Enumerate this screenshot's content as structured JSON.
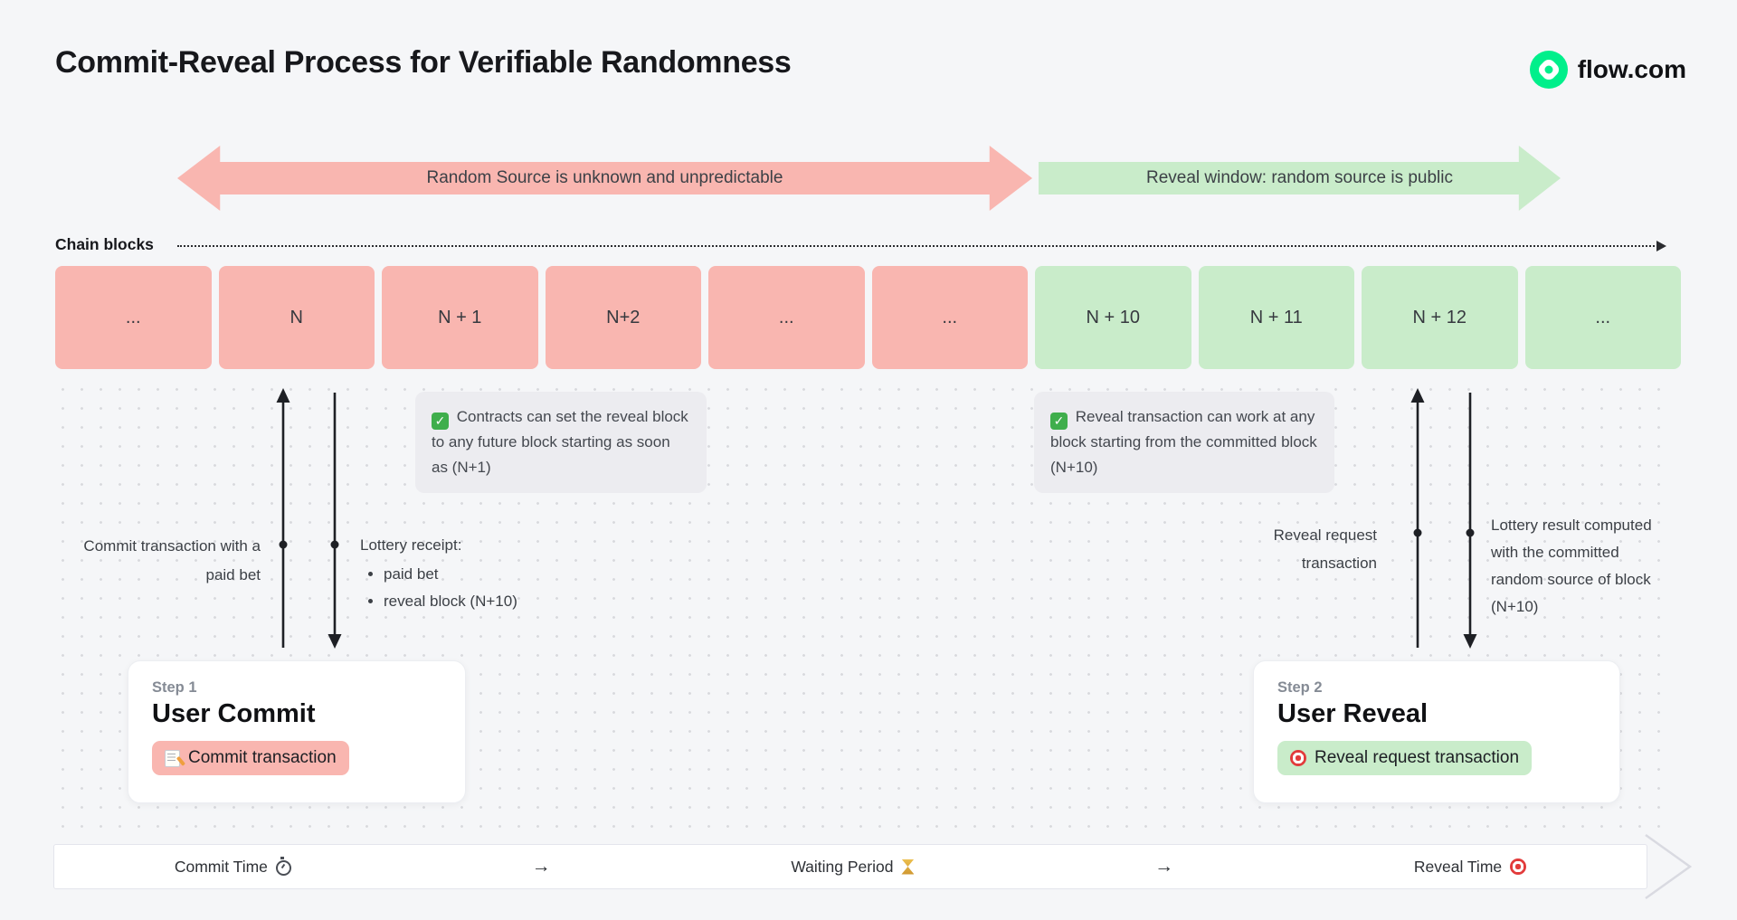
{
  "colors": {
    "bg": "#f5f6f8",
    "pink": "#f9b6b0",
    "green": "#c9ecca",
    "note-bg": "#ececf0",
    "ink": "#17181c",
    "muted": "#858b95",
    "brand-green": "#00ef8b"
  },
  "header": {
    "title": "Commit-Reveal Process for Verifiable Randomness",
    "brand": "flow.com",
    "brand_logo_icon": "flow-logo-icon"
  },
  "banners": {
    "unknown": "Random Source is unknown and unpredictable",
    "reveal": "Reveal window: random source is public"
  },
  "chain": {
    "label": "Chain blocks",
    "blocks": [
      {
        "label": "...",
        "type": "pink"
      },
      {
        "label": "N",
        "type": "pink"
      },
      {
        "label": "N + 1",
        "type": "pink"
      },
      {
        "label": "N+2",
        "type": "pink"
      },
      {
        "label": "...",
        "type": "pink"
      },
      {
        "label": "...",
        "type": "pink"
      },
      {
        "label": "N + 10",
        "type": "green"
      },
      {
        "label": "N + 11",
        "type": "green"
      },
      {
        "label": "N + 12",
        "type": "green"
      },
      {
        "label": "...",
        "type": "green"
      }
    ]
  },
  "notes": {
    "left": {
      "icon": "check-icon",
      "text": "Contracts can set the reveal block to any future block starting as soon as (N+1)"
    },
    "right": {
      "icon": "check-icon",
      "text": "Reveal transaction can work at any block starting from the committed block (N+10)"
    }
  },
  "annotations": {
    "commit_tx": "Commit transaction with a paid bet",
    "lottery_receipt": {
      "title": "Lottery receipt:",
      "bullets": [
        "paid bet",
        "reveal block (N+10)"
      ]
    },
    "reveal_request": "Reveal request transaction",
    "lottery_result": "Lottery result computed with the committed random source of block (N+10)"
  },
  "steps": {
    "step1": {
      "kicker": "Step 1",
      "title": "User Commit",
      "button": {
        "icon": "memo-icon",
        "label": "Commit transaction"
      }
    },
    "step2": {
      "kicker": "Step 2",
      "title": "User Reveal",
      "button": {
        "icon": "target-icon",
        "label": "Reveal request transaction"
      }
    }
  },
  "timeline": {
    "commit": {
      "label": "Commit Time",
      "icon": "stopwatch-icon"
    },
    "waiting": {
      "label": "Waiting Period",
      "icon": "hourglass-icon"
    },
    "reveal": {
      "label": "Reveal Time",
      "icon": "target-icon"
    },
    "separator": "→"
  }
}
